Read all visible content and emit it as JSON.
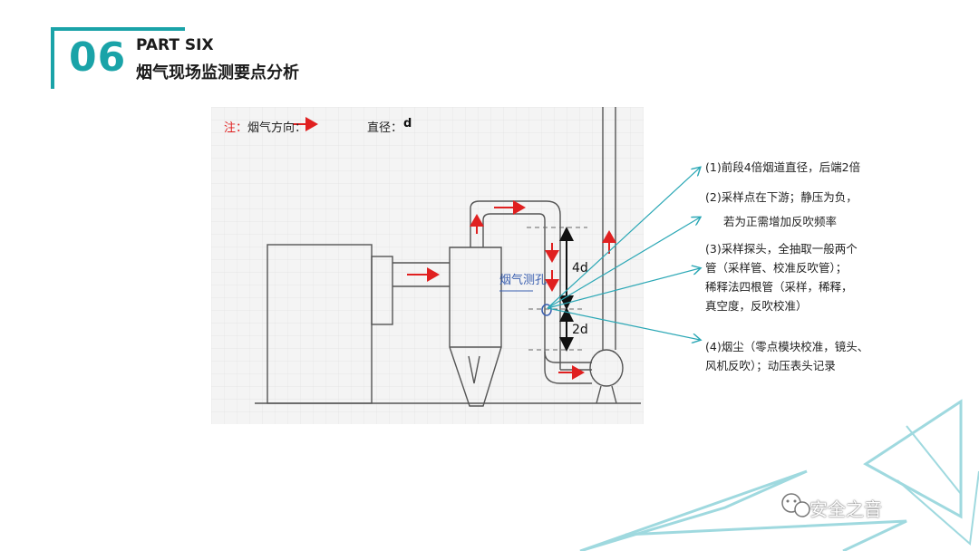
{
  "header": {
    "number": "06",
    "part": "PART SIX",
    "title": "烟气现场监测要点分析"
  },
  "sketch": {
    "note_label": "注：",
    "note_text": "烟气方向：",
    "diameter_label": "直径：",
    "diameter_value": "d",
    "port_label": "烟气测孔",
    "dim_upstream": "4d",
    "dim_downstream": "2d"
  },
  "annotations": [
    {
      "lines": [
        "(1)前段4倍烟道直径，后端2倍"
      ]
    },
    {
      "lines": [
        "(2)采样点在下游；静压为负，",
        "若为正需增加反吹频率"
      ]
    },
    {
      "lines": [
        "(3)采样探头，全抽取一般两个",
        "管（采样管、校准反吹管）；",
        "稀释法四根管（采样，稀释，",
        "真空度，反吹校准）"
      ]
    },
    {
      "lines": [
        "(4)烟尘（零点模块校准，镜头、",
        "风机反吹）；动压表头记录"
      ]
    }
  ],
  "colors": {
    "accent": "#1aa3a8",
    "arrow_red": "#e02020",
    "pointer": "#2aa7b5",
    "decor": "#9fd9df"
  },
  "watermark": {
    "icon": "wechat-icon",
    "text": "安全之音"
  }
}
